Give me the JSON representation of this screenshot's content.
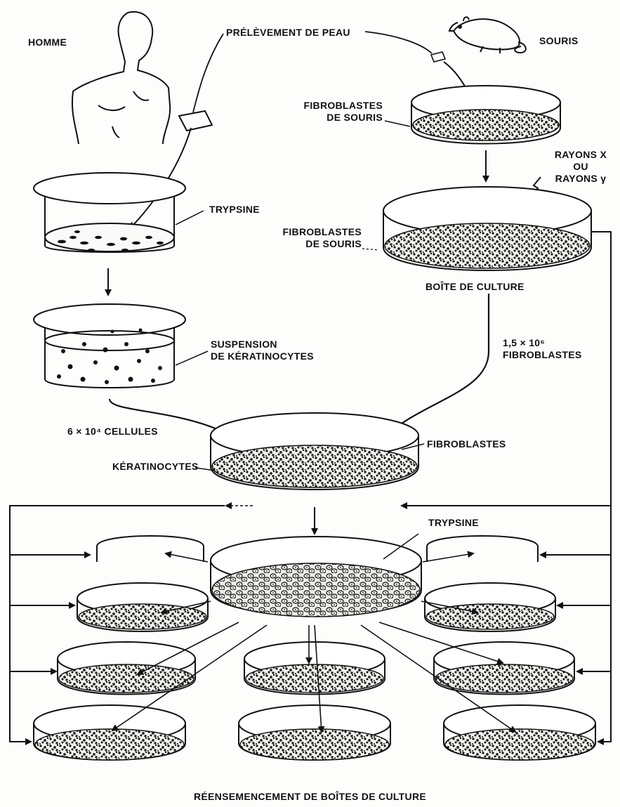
{
  "labels": {
    "homme": "HOMME",
    "souris": "SOURIS",
    "prelevement": "PRÉLÈVEMENT DE PEAU",
    "fibro_souris_1": [
      "FIBROBLASTES",
      "DE SOURIS"
    ],
    "trypsine_1": "TRYPSINE",
    "rayons": [
      "RAYONS X",
      "OU",
      "RAYONS γ"
    ],
    "fibro_souris_2": [
      "FIBROBLASTES",
      "DE SOURIS"
    ],
    "boite_culture": "BOÎTE DE CULTURE",
    "suspension": [
      "SUSPENSION",
      "DE KÉRATINOCYTES"
    ],
    "fibro_count": [
      "1,5 × 10⁶",
      "FIBROBLASTES"
    ],
    "cellules": "6 × 10⁴ CELLULES",
    "fibroblastes": "FIBROBLASTES",
    "keratinocytes": "KÉRATINOCYTES",
    "trypsine_2": "TRYPSINE",
    "caption": "RÉENSEMENCEMENT DE BOÎTES DE CULTURE"
  }
}
